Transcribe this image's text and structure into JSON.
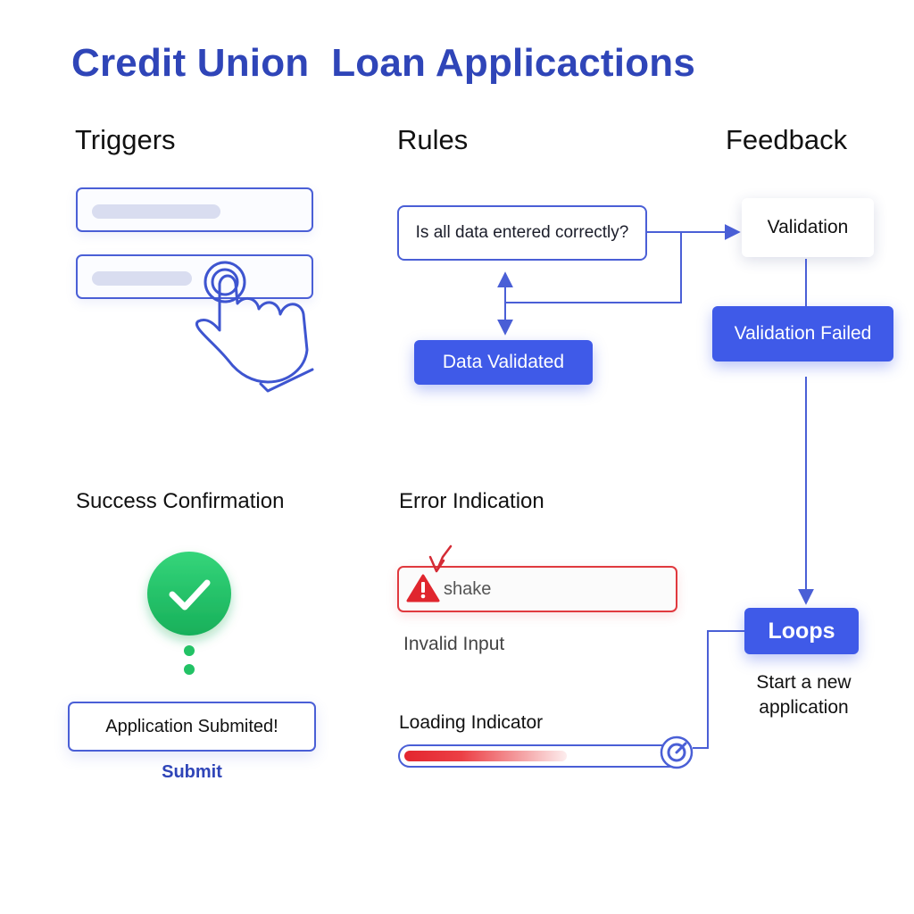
{
  "title": "Credit Union  Loan Applicactions",
  "sections": {
    "triggers": "Triggers",
    "rules": "Rules",
    "feedback": "Feedback"
  },
  "rules": {
    "question": "Is all data entered correctly?",
    "data_validated": "Data Validated"
  },
  "feedback": {
    "validation": "Validation",
    "validation_failed": "Validation Failed",
    "loops": "Loops",
    "loops_caption_line1": "Start a new",
    "loops_caption_line2": "application"
  },
  "success": {
    "heading": "Success Confirmation",
    "message": "Application Submited!",
    "submit_label": "Submit"
  },
  "error": {
    "heading": "Error Indication",
    "field_text": "shake",
    "caption": "Invalid Input"
  },
  "loading": {
    "heading": "Loading Indicator",
    "progress": 0.6
  },
  "icons": {
    "pointer": "hand-pointer-icon",
    "check": "check-circle-icon",
    "warning": "warning-triangle-icon",
    "dial": "dial-knob-icon"
  },
  "colors": {
    "accent": "#3f5ae8",
    "title": "#2f45b8",
    "success": "#22c265",
    "error": "#e0393e"
  }
}
